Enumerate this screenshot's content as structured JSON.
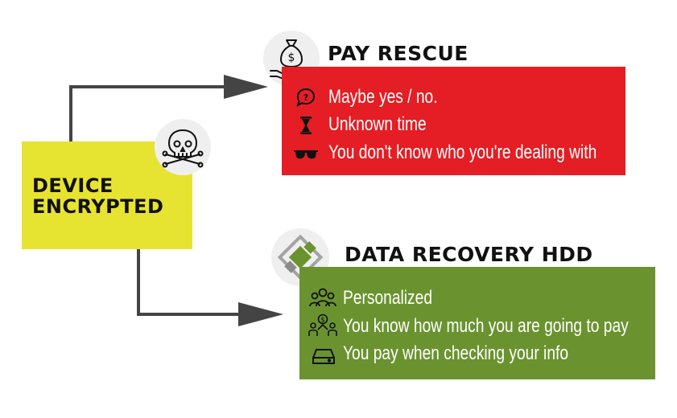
{
  "device": {
    "title_line1": "DEVICE",
    "title_line2": "ENCRYPTED",
    "icon": "skull-crossbones-icon"
  },
  "pay_rescue": {
    "title": "PAY RESCUE",
    "icon": "money-bag-hand-icon",
    "items": [
      {
        "label": "Maybe yes / no.",
        "icon": "question-bubble-icon"
      },
      {
        "label": "Unknown time",
        "icon": "hourglass-icon"
      },
      {
        "label": "You don't know who you're dealing with",
        "icon": "sunglasses-icon"
      }
    ]
  },
  "recovery": {
    "title": "DATA RECOVERY HDD",
    "icon": "company-logo-icon",
    "items": [
      {
        "label": "Personalized",
        "icon": "team-icon"
      },
      {
        "label": "You know how much you are going to pay",
        "icon": "people-money-icon"
      },
      {
        "label": "You pay when checking your info",
        "icon": "hard-drive-icon"
      }
    ]
  },
  "colors": {
    "yellow": "#e7e331",
    "red": "#e41e24",
    "green": "#6a9330",
    "arrow": "#444444"
  }
}
